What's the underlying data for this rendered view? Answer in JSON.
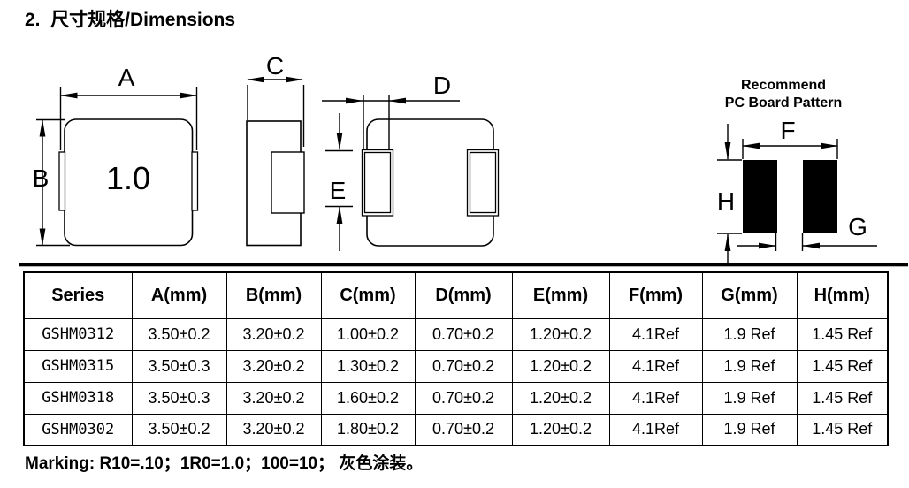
{
  "page": {
    "title": "2.  尺寸规格/Dimensions",
    "marking_note": "Marking: R10=.10；1R0=1.0；100=10； 灰色涂装。"
  },
  "drawings": {
    "top_view": {
      "dim_a": "A",
      "dim_b": "B",
      "marking": "1.0"
    },
    "side_view": {
      "dim_c": "C"
    },
    "bottom_view": {
      "dim_d": "D",
      "dim_e": "E"
    },
    "pcb_pattern": {
      "title_line1": "Recommend",
      "title_line2": "PC Board Pattern",
      "dim_f": "F",
      "dim_g": "G",
      "dim_h": "H"
    }
  },
  "table": {
    "headers": [
      "Series",
      "A(mm)",
      "B(mm)",
      "C(mm)",
      "D(mm)",
      "E(mm)",
      "F(mm)",
      "G(mm)",
      "H(mm)"
    ],
    "rows": [
      [
        "GSHM0312",
        "3.50±0.2",
        "3.20±0.2",
        "1.00±0.2",
        "0.70±0.2",
        "1.20±0.2",
        "4.1Ref",
        "1.9 Ref",
        "1.45 Ref"
      ],
      [
        "GSHM0315",
        "3.50±0.3",
        "3.20±0.2",
        "1.30±0.2",
        "0.70±0.2",
        "1.20±0.2",
        "4.1Ref",
        "1.9 Ref",
        "1.45 Ref"
      ],
      [
        "GSHM0318",
        "3.50±0.3",
        "3.20±0.2",
        "1.60±0.2",
        "0.70±0.2",
        "1.20±0.2",
        "4.1Ref",
        "1.9 Ref",
        "1.45 Ref"
      ],
      [
        "GSHM0302",
        "3.50±0.2",
        "3.20±0.2",
        "1.80±0.2",
        "0.70±0.2",
        "1.20±0.2",
        "4.1Ref",
        "1.9 Ref",
        "1.45 Ref"
      ]
    ]
  },
  "colors": {
    "ink": "#000000",
    "paper": "#ffffff"
  }
}
